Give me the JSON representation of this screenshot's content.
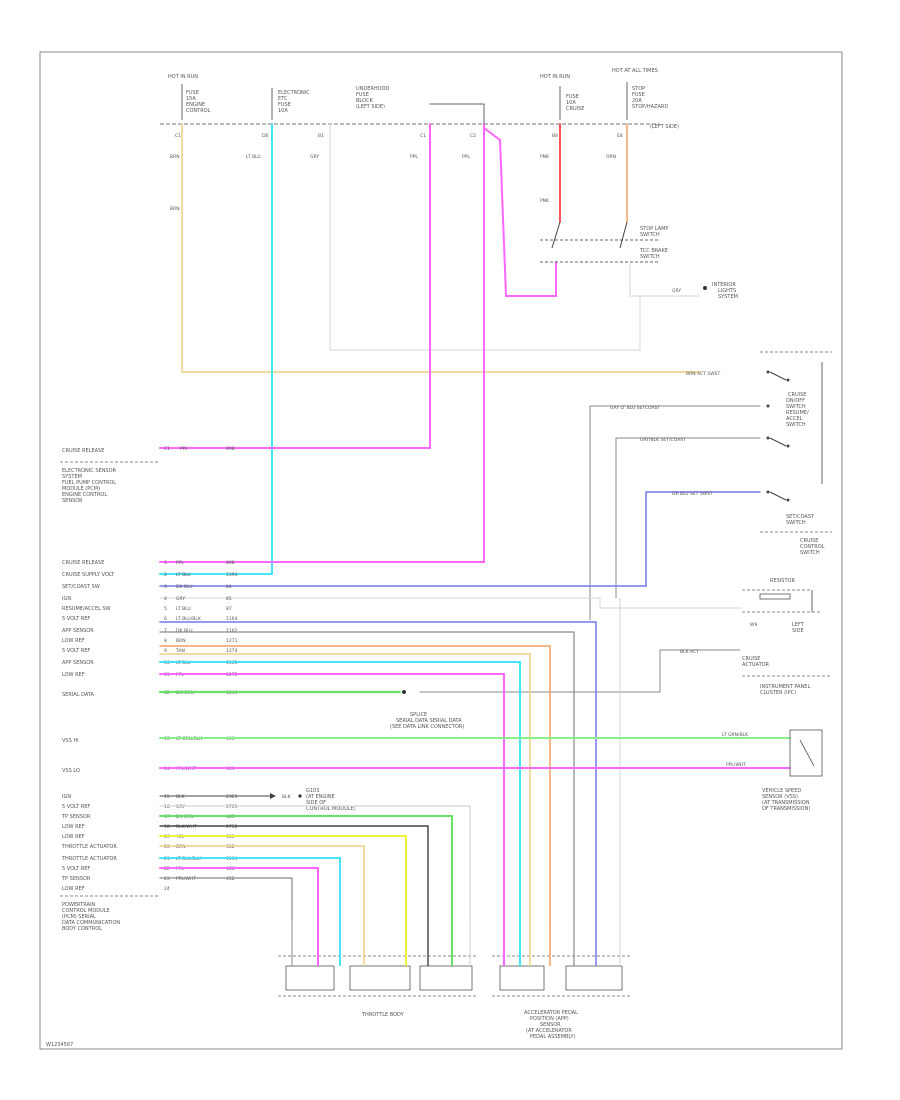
{
  "diagram": {
    "footer_code": "W1234567",
    "colors": {
      "pink": "#ff66ff",
      "light_blue": "#44e4f4",
      "tan": "#f0d080",
      "gray": "#d4d4d4",
      "dark_gray": "#8a8a8a",
      "blue": "#7777ee",
      "green": "#66e066",
      "light_green": "#88ee88",
      "yellow": "#f0f040",
      "orange": "#f0a060",
      "red": "#ff5555",
      "black": "#222222",
      "frame": "#888888"
    },
    "top_fuses": [
      {
        "id": "f1",
        "title": "HOT IN RUN",
        "lines": [
          "FUSE",
          "15A",
          "ENGINE",
          "CONTROL"
        ]
      },
      {
        "id": "f2",
        "title": "",
        "lines": [
          "ELECTRONIC",
          "ETC",
          "FUSE",
          "10A"
        ]
      },
      {
        "id": "f3",
        "title": "",
        "lines": [
          "UNDERHOOD",
          "FUSE",
          "BLOCK",
          "(LEFT SIDE)"
        ]
      },
      {
        "id": "f4",
        "title": "HOT IN RUN",
        "lines": [
          "FUSE",
          "10A",
          "CRUISE"
        ]
      },
      {
        "id": "f5",
        "title": "HOT AT ALL TIMES",
        "lines": [
          "STOP",
          "FUSE",
          "20A",
          "STOP/HAZARD",
          "(LEFT SIDE)"
        ]
      }
    ],
    "top_pins": [
      {
        "id": "p1",
        "label": "C1"
      },
      {
        "id": "p2",
        "label": "D6"
      },
      {
        "id": "p3",
        "label": "B1"
      },
      {
        "id": "p4",
        "label": "C1"
      },
      {
        "id": "p5",
        "label": "C2"
      },
      {
        "id": "p6",
        "label": "B8"
      },
      {
        "id": "p7",
        "label": "E8"
      }
    ],
    "top_wire_colors": [
      {
        "id": "t1",
        "label": "BRN"
      },
      {
        "id": "t2",
        "label": "LT BLU"
      },
      {
        "id": "t3",
        "label": "GRY"
      },
      {
        "id": "t4",
        "label": "PPL"
      },
      {
        "id": "t5",
        "label": "PPL"
      },
      {
        "id": "t6",
        "label": "PNK"
      },
      {
        "id": "t7",
        "label": "ORN"
      },
      {
        "id": "t8",
        "label": "BRN"
      },
      {
        "id": "t9",
        "label": "PNK"
      }
    ],
    "brake_switch": {
      "lines": [
        "STOP LAMP",
        "SWITCH",
        "TCC BRAKE",
        "SWITCH"
      ]
    },
    "brake_note": {
      "wire": "GRY",
      "lines": [
        "INTERIOR",
        "LIGHTS",
        "SYSTEM"
      ]
    },
    "right_switches": [
      {
        "id": "s1",
        "wire": "BRN  ACT  SWST",
        "lines": [
          "CRUISE",
          "ON/OFF",
          "SWITCH"
        ]
      },
      {
        "id": "s2",
        "wire": "GRY  LT BLU  SETCOAST",
        "lines": [
          "RESUME/",
          "ACCEL",
          "SWITCH"
        ]
      },
      {
        "id": "s3",
        "wire": "DK BLU  SET  SWST",
        "lines": [
          "SET/COAST",
          "SWITCH"
        ]
      }
    ],
    "cruise_module": {
      "lines": [
        "CRUISE",
        "CONTROL",
        "SWITCH"
      ]
    },
    "resistor": {
      "label": "RESISTOR",
      "sub": [
        "LEFT",
        "SIDE"
      ],
      "pin": "W9"
    },
    "right_small": {
      "wire": "BLK  ACT",
      "lines": [
        "CRUISE",
        "ACTUATOR"
      ]
    },
    "right_labels": {
      "inst": [
        "INSTRUMENT PANEL",
        "CLUSTER (IPC)"
      ]
    },
    "left_pcm_title": [
      "ELECTRONIC SENSOR",
      "SYSTEM",
      "FUEL PUMP CONTROL",
      "MODULE (PCM)",
      "ENGINE CONTROL",
      "SENSOR"
    ],
    "pcm_top_pin": {
      "label": "CRUISE RELEASE",
      "pin": "C1",
      "wire": "PPL",
      "code": "898"
    },
    "pcm_rows": [
      {
        "name": "CRUISE RELEASE",
        "pin": "1",
        "wire": "PPL",
        "code": "898"
      },
      {
        "name": "CRUISE SUPPLY VOLT",
        "pin": "2",
        "wire": "LT BLU",
        "code": "1393"
      },
      {
        "name": "SET/COAST SW",
        "pin": "3",
        "wire": "DK BLU",
        "code": "84"
      },
      {
        "name": "IGN",
        "pin": "4",
        "wire": "GRY",
        "code": "85"
      },
      {
        "name": "RESUME/ACCEL SW",
        "pin": "5",
        "wire": "LT BLU",
        "code": "87"
      },
      {
        "name": "5 VOLT REF",
        "pin": "6",
        "wire": "LT BLU/BLK",
        "code": "1164"
      },
      {
        "name": "APP SENSOR",
        "pin": "7",
        "wire": "DK BLU",
        "code": "1162"
      },
      {
        "name": "LOW REF",
        "pin": "8",
        "wire": "BRN",
        "code": "1271"
      },
      {
        "name": "5 VOLT REF",
        "pin": "9",
        "wire": "TAN",
        "code": "1274"
      },
      {
        "name": "APP SENSOR",
        "pin": "10",
        "wire": "LT BLU",
        "code": "1161"
      },
      {
        "name": "LOW REF",
        "pin": "11",
        "wire": "PPL",
        "code": "1272"
      }
    ],
    "serial_row": {
      "name": "SERIAL DATA",
      "pin": "12",
      "wire": "DK GRN",
      "code": "1049"
    },
    "splice_note": [
      "SPLICE",
      "SERIAL DATA SERIAL DATA",
      "(SEE DATA LINK CONNECTOR)"
    ],
    "vss_rows": [
      {
        "name": "VSS HI",
        "pin": "13",
        "wire": "LT GRN/BLK",
        "code": "400",
        "right": "LT GRN/BLK"
      },
      {
        "name": "VSS LO",
        "pin": "14",
        "wire": "PPL/WHT",
        "code": "401",
        "right": "PPL/WHT"
      }
    ],
    "vss_sensor": [
      "VEHICLE SPEED",
      "SENSOR (VSS)",
      "(AT TRANSMISSION",
      "OF TRANSMISSION)"
    ],
    "tps_rows": [
      {
        "name": "IGN",
        "pin": "15",
        "wire": "BLK",
        "code": "2321"
      },
      {
        "name": "5 VOLT REF",
        "pin": "16",
        "wire": "GRY",
        "code": "2701"
      },
      {
        "name": "TP SENSOR",
        "pin": "17",
        "wire": "DK GRN",
        "code": "485"
      },
      {
        "name": "LOW REF",
        "pin": "18",
        "wire": "BLK/WHT",
        "code": "2752"
      },
      {
        "name": "LOW REF",
        "pin": "19",
        "wire": "YEL",
        "code": "581"
      },
      {
        "name": "THROTTLE ACTUATOR",
        "pin": "20",
        "wire": "BRN",
        "code": "582"
      },
      {
        "name": "THROTTLE ACTUATOR",
        "pin": "21",
        "wire": "LT BLU/BLK",
        "code": "1164"
      },
      {
        "name": "5 VOLT REF",
        "pin": "22",
        "wire": "PPL",
        "code": "486"
      },
      {
        "name": "TP SENSOR",
        "pin": "23",
        "wire": "PPL/WHT",
        "code": "452"
      },
      {
        "name": "LOW REF",
        "pin": "24",
        "wire": "",
        "code": ""
      }
    ],
    "ground_note": [
      "G103",
      "(AT ENGINE",
      "SIDE OF",
      "CONTROL MODULE)"
    ],
    "left_bottom_title": [
      "POWERTRAIN",
      "CONTROL MODULE",
      "(PCM) SERIAL",
      "DATA COMMUNICATION",
      "BODY CONTROL"
    ],
    "throttle_body_label": "THROTTLE BODY",
    "pedal_label": [
      "ACCELERATOR PEDAL",
      "POSITION (APP)",
      "SENSOR",
      "(AT ACCELERATOR",
      "PEDAL ASSEMBLY)"
    ]
  }
}
